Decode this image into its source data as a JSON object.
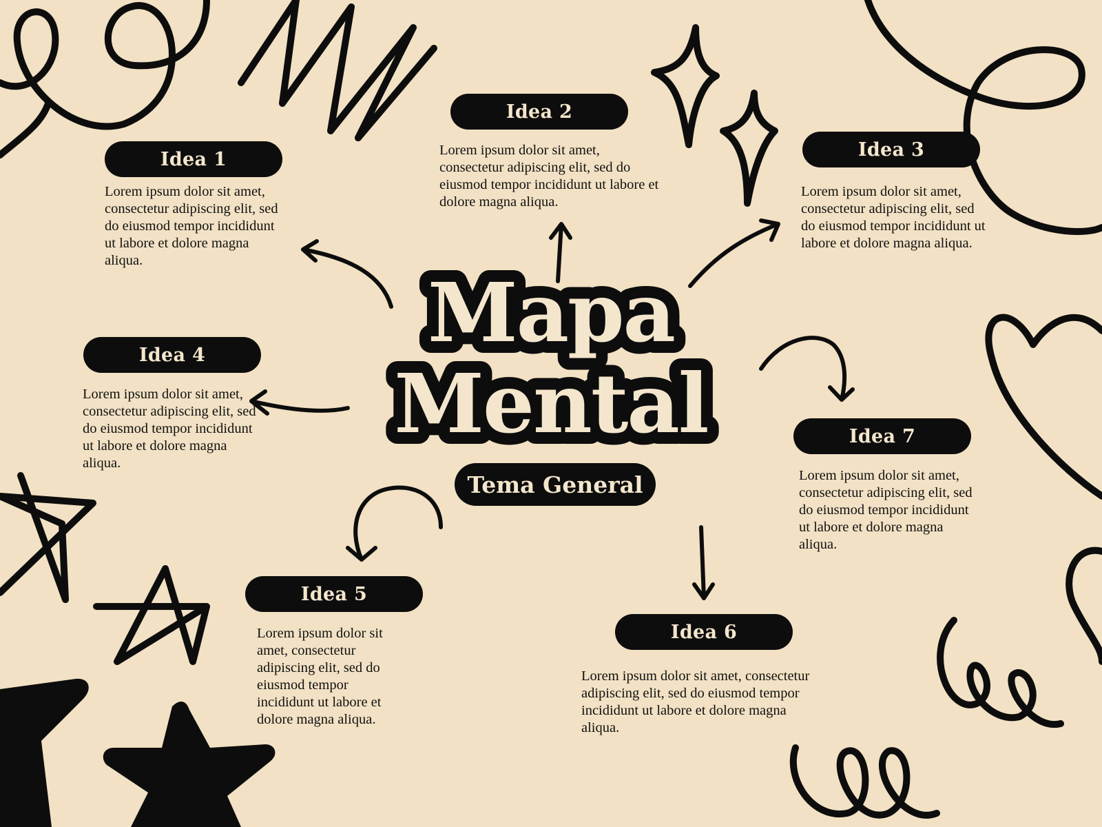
{
  "title": {
    "line1": "Mapa",
    "line2": "Mental"
  },
  "subtitle": "Tema General",
  "ideas": [
    {
      "label": "Idea 1",
      "text": "Lorem ipsum dolor sit amet, consectetur adipiscing elit, sed do eiusmod tempor incididunt ut labore et dolore magna aliqua."
    },
    {
      "label": "Idea 2",
      "text": "Lorem ipsum dolor sit amet, consectetur adipiscing elit, sed do eiusmod tempor incididunt ut labore et dolore magna aliqua."
    },
    {
      "label": "Idea 3",
      "text": "Lorem ipsum dolor sit amet, consectetur adipiscing elit, sed do eiusmod tempor incididunt ut labore et dolore magna aliqua."
    },
    {
      "label": "Idea 4",
      "text": "Lorem ipsum dolor sit amet, consectetur adipiscing elit, sed do eiusmod tempor incididunt ut labore et dolore magna aliqua."
    },
    {
      "label": "Idea 5",
      "text": "Lorem ipsum dolor sit amet, consectetur adipiscing elit, sed do eiusmod tempor incididunt ut labore et dolore magna aliqua."
    },
    {
      "label": "Idea 6",
      "text": "Lorem ipsum dolor sit amet, consectetur adipiscing elit, sed do eiusmod tempor incididunt ut labore et dolore magna aliqua."
    },
    {
      "label": "Idea 7",
      "text": "Lorem ipsum dolor sit amet, consectetur adipiscing elit, sed do eiusmod tempor incididunt ut labore et dolore magna aliqua."
    }
  ],
  "colors": {
    "background": "#f2e1c4",
    "ink": "#0d0d0d",
    "pill_text": "#f4e6cc"
  },
  "decorations": [
    "squiggle",
    "zigzag",
    "sparkle",
    "loop",
    "heart",
    "star-outline",
    "star-filled",
    "coil"
  ]
}
